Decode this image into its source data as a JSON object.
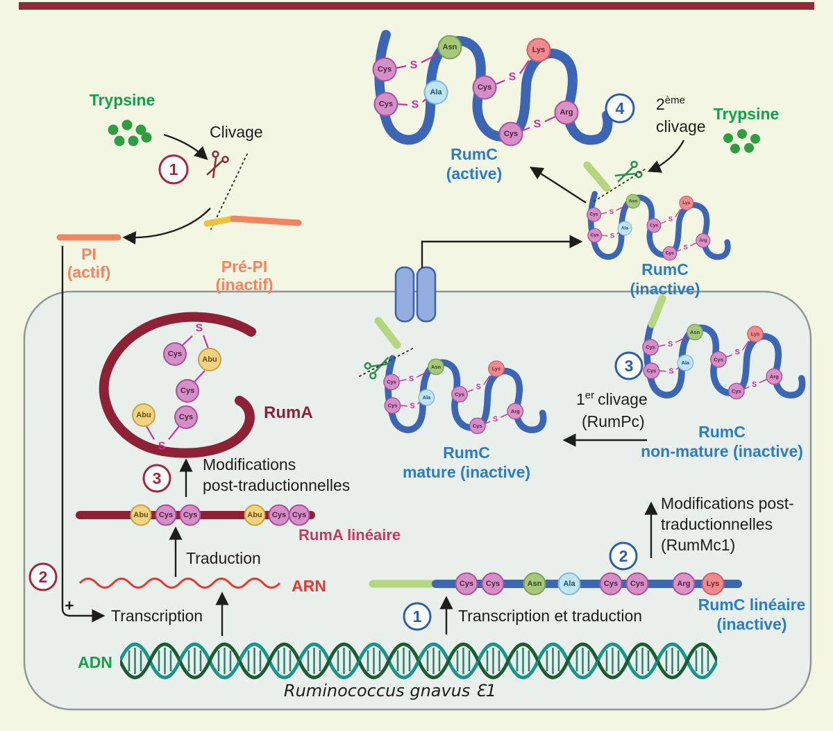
{
  "colors": {
    "accent_bar": "#93293a",
    "rumc_blue": "#3a66b5",
    "rumc_label_blue": "#2b7cc4",
    "ruma_red": "#8e2136",
    "green": "#13a04a",
    "salmon": "#f4845f",
    "magenta": "#cc2f9b"
  },
  "steps": {
    "one": "1",
    "two": "2",
    "three": "3",
    "four": "4"
  },
  "residues": {
    "s": "S",
    "cys": "Cys",
    "abu": "Abu",
    "asn": "Asn",
    "ala": "Ala",
    "lys": "Lys",
    "arg": "Arg"
  },
  "labels": {
    "trypsine": "Trypsine",
    "clivage": "Clivage",
    "pi": "PI",
    "pi_state": "(actif)",
    "pre_pi": "Pré-PI",
    "pre_pi_state": "(inactif)",
    "rumc": "RumC",
    "rumc_active": "(active)",
    "rumc_inactive": "(inactive)",
    "rumc_mature": "mature (inactive)",
    "rumc_nonmature": "non-mature (inactive)",
    "rumc_lineaire": "RumC linéaire",
    "ruma": "RumA",
    "ruma_lineaire": "RumA linéaire",
    "mods_line1": "Modifications",
    "mods_line2": "post-traductionnelles",
    "mods_c_line1": "Modifications post-",
    "mods_c_line2": "traductionnelles",
    "mods_c_enzyme": "(RumMc1)",
    "traduction": "Traduction",
    "transcription": "Transcription",
    "transcription_traduction": "Transcription et traduction",
    "arn": "ARN",
    "adn": "ADN",
    "plus": "+",
    "organism": "Ruminococcus gnavus Ɛ1"
  },
  "second_cleavage": {
    "base": "2",
    "sup": "ème",
    "word": "clivage"
  },
  "first_cleavage": {
    "base": "1",
    "sup": "er",
    "word": "clivage",
    "enzyme": "(RumPc)"
  }
}
